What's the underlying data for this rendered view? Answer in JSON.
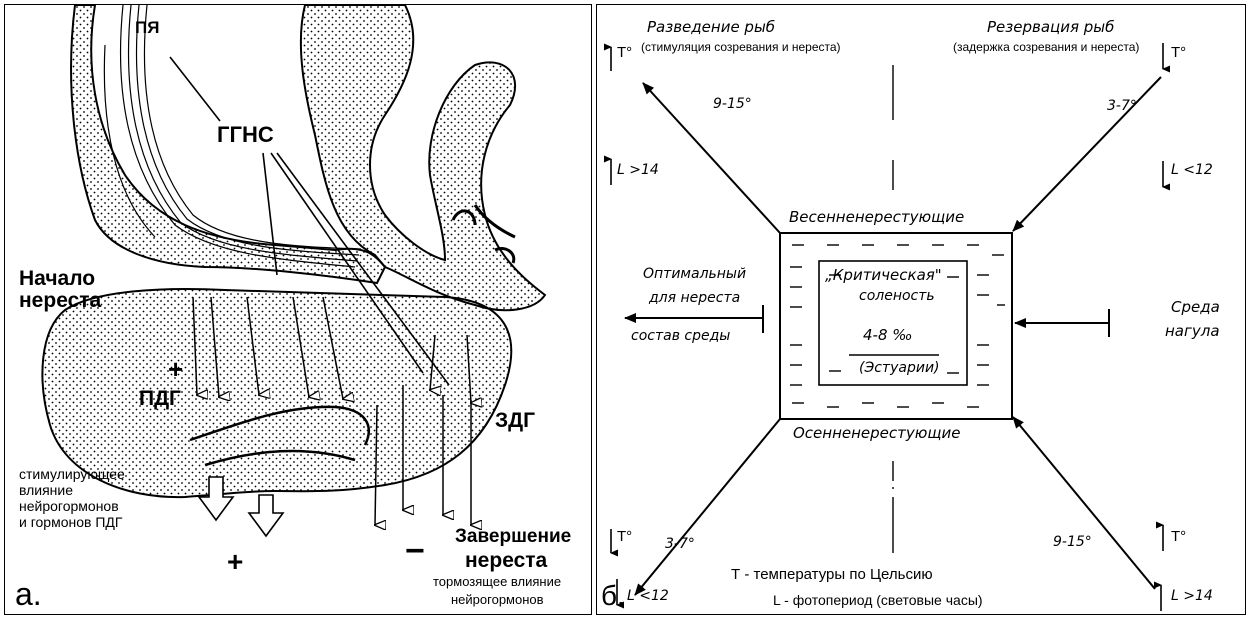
{
  "panel_a": {
    "letter": "а.",
    "py": "ПЯ",
    "ggns": "ГГНС",
    "start_line1": "Начало",
    "start_line2": "нереста",
    "plus_top": "+",
    "pdg": "ПДГ",
    "zdg": "ЗДГ",
    "stim_line1": "стимулирующее",
    "stim_line2": "влияние",
    "stim_line3": "нейрогормонов",
    "stim_line4": "и гормонов ПДГ",
    "plus_bottom": "+",
    "minus": "−",
    "end_line1": "Завершение",
    "end_line2": "нереста",
    "inhib_line1": "тормозящее влияние",
    "inhib_line2": "нейрогормонов"
  },
  "panel_b": {
    "letter": "б.",
    "breeding_title": "Разведение рыб",
    "breeding_sub": "(стимуляция созревания и нереста)",
    "reservation_title": "Резервация рыб",
    "reservation_sub": "(задержка созревания и нереста)",
    "t_deg": "T°",
    "temp_9_15": "9-15°",
    "temp_3_7": "3-7°",
    "l_gt_14": "L >14",
    "l_lt_12": "L <12",
    "spring": "Весенненерестующие",
    "autumn": "Осенненерестующие",
    "optimal_line1": "Оптимальный",
    "optimal_line2": "для нереста",
    "optimal_line3": "состав среды",
    "critical_line1": "„Критическая\"",
    "critical_line2": "соленость",
    "critical_line3": "4-8 ‰",
    "critical_line4": "(Эстуарии)",
    "feeding_line1": "Среда",
    "feeding_line2": "нагула",
    "legend_t": "Т - температуры по Цельсию",
    "legend_l": "L - фотопериод (световые часы)"
  }
}
